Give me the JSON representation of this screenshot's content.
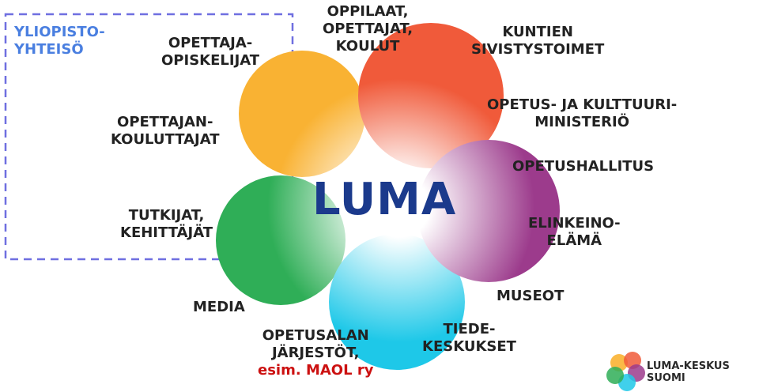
{
  "center_label": "LUMA",
  "group": {
    "label_line1": "YLIOPISTO-",
    "label_line2": "YHTEISÖ",
    "color": "#6f6fe0"
  },
  "petals": [
    {
      "name": "yellow",
      "color": "#f9b233"
    },
    {
      "name": "red",
      "color": "#f05a3a"
    },
    {
      "name": "purple",
      "color": "#9c3b8c"
    },
    {
      "name": "cyan",
      "color": "#1ec8e8"
    },
    {
      "name": "green",
      "color": "#2fae57"
    }
  ],
  "stakeholders": {
    "opettajaopiskelijat": [
      "OPETTAJA-",
      "OPISKELIJAT"
    ],
    "oppilaat": [
      "OPPILAAT,",
      "OPETTAJAT,",
      "KOULUT"
    ],
    "kuntien": [
      "KUNTIEN",
      "SIVISTYSTOIMET"
    ],
    "opettajankouluttajat": [
      "OPETTAJAN-",
      "KOULUTTAJAT"
    ],
    "ministerio": [
      "OPETUS- JA KULTTUURI-",
      "MINISTERIÖ"
    ],
    "opetushallitus": [
      "OPETUSHALLITUS"
    ],
    "tutkijat": [
      "TUTKIJAT,",
      "KEHITTÄJÄT"
    ],
    "elinkeinoelama": [
      "ELINKEINO-",
      "ELÄMÄ"
    ],
    "museot": [
      "MUSEOT"
    ],
    "media": [
      "MEDIA"
    ],
    "tiedekeskukset": [
      "TIEDE-",
      "KESKUKSET"
    ],
    "opetusalan": [
      "OPETUSALAN",
      "JÄRJESTÖT,"
    ],
    "opetusalan_example": "esim. MAOL ry"
  },
  "logo": {
    "text": "LUMA-KESKUS SUOMI"
  }
}
